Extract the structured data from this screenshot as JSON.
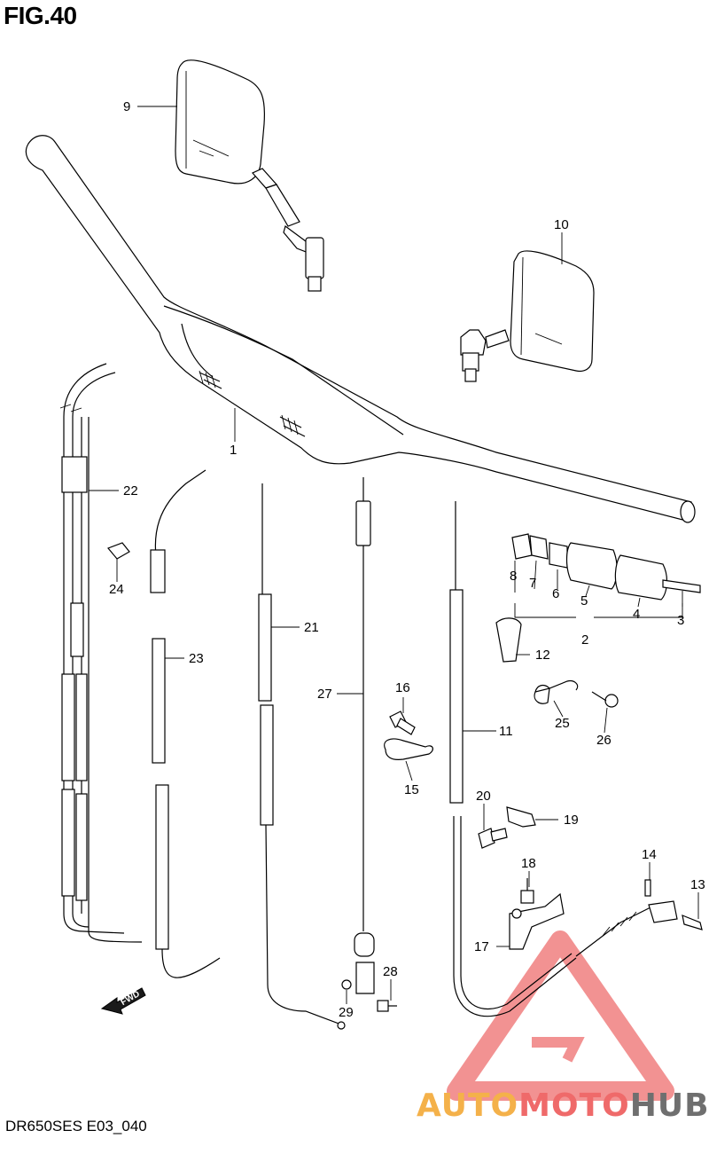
{
  "figure": {
    "title": "FIG.40",
    "code": "DR650SES E03_040"
  },
  "fwd_label": "FWD",
  "watermark": {
    "part1": "AUTO",
    "part2": "MOTO",
    "part3": "HUB",
    "colors": {
      "auto": "#f4b14a",
      "moto": "#ef6a6a",
      "hub": "#6f6f6f",
      "triangle": "#f08080"
    }
  },
  "callouts": [
    {
      "num": "1"
    },
    {
      "num": "2"
    },
    {
      "num": "3"
    },
    {
      "num": "4"
    },
    {
      "num": "5"
    },
    {
      "num": "6"
    },
    {
      "num": "7"
    },
    {
      "num": "8"
    },
    {
      "num": "9"
    },
    {
      "num": "10"
    },
    {
      "num": "11"
    },
    {
      "num": "12"
    },
    {
      "num": "13"
    },
    {
      "num": "14"
    },
    {
      "num": "15"
    },
    {
      "num": "16"
    },
    {
      "num": "17"
    },
    {
      "num": "18"
    },
    {
      "num": "19"
    },
    {
      "num": "20"
    },
    {
      "num": "21"
    },
    {
      "num": "22"
    },
    {
      "num": "23"
    },
    {
      "num": "24"
    },
    {
      "num": "25"
    },
    {
      "num": "26"
    },
    {
      "num": "27"
    },
    {
      "num": "28"
    },
    {
      "num": "29"
    }
  ]
}
